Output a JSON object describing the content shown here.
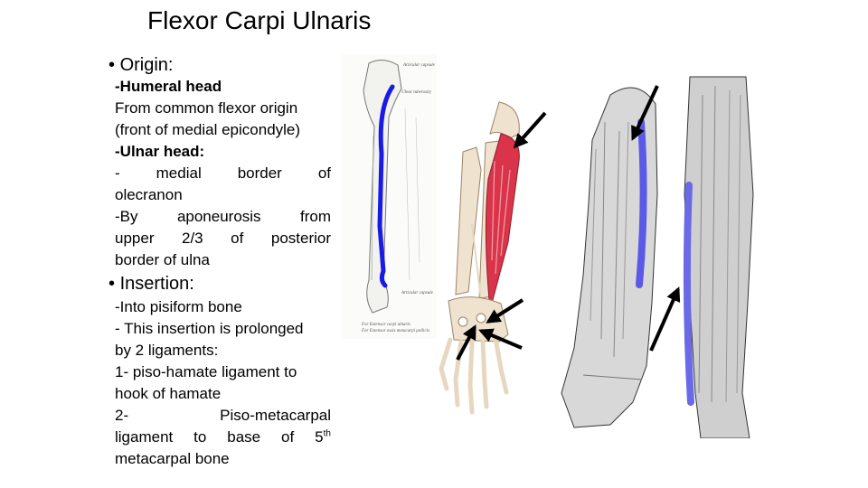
{
  "slide": {
    "title": "Flexor Carpi Ulnaris",
    "bullet_glyph": "•",
    "origin": {
      "heading": "Origin:",
      "humeral_head": "-Humeral head",
      "humeral_line1": "From common flexor origin",
      "humeral_line2": "(front of medial epicondyle)",
      "ulnar_head": "-Ulnar head:",
      "ulnar_a_words": [
        "-",
        "medial",
        "border",
        "of"
      ],
      "ulnar_a_line2": "olecranon",
      "ulnar_b_line1_words": [
        "-By",
        "aponeurosis",
        "from"
      ],
      "ulnar_b_line2_words": [
        "upper",
        "2/3",
        "of",
        "posterior"
      ],
      "ulnar_b_line3": "border of ulna"
    },
    "insertion": {
      "heading": "Insertion:",
      "line1": "-Into pisiform bone",
      "line2": "- This insertion is prolonged",
      "line3": "by 2 ligaments:",
      "line4": "1- piso-hamate ligament to",
      "line5": "hook of hamate",
      "line6_words": [
        "2-",
        "Piso-metacarpal"
      ],
      "line7_words": [
        "ligament",
        "to",
        "base",
        "of",
        "5"
      ],
      "line7_sup": "th",
      "line8": "metacarpal bone"
    }
  },
  "figures": {
    "bone_labels": {
      "top1": "Articular capsule",
      "top2": "Ulnar tuberosity",
      "bottom1": "Articular capsule",
      "bottom2": "For Extensor carpi ulnaris",
      "bottom3": "For Extensor ossis metacarpi pollicis"
    }
  },
  "colors": {
    "highlight_blue": "#1a1ae6",
    "muscle_red": "#d9344a",
    "bone": "#efe2cf"
  }
}
